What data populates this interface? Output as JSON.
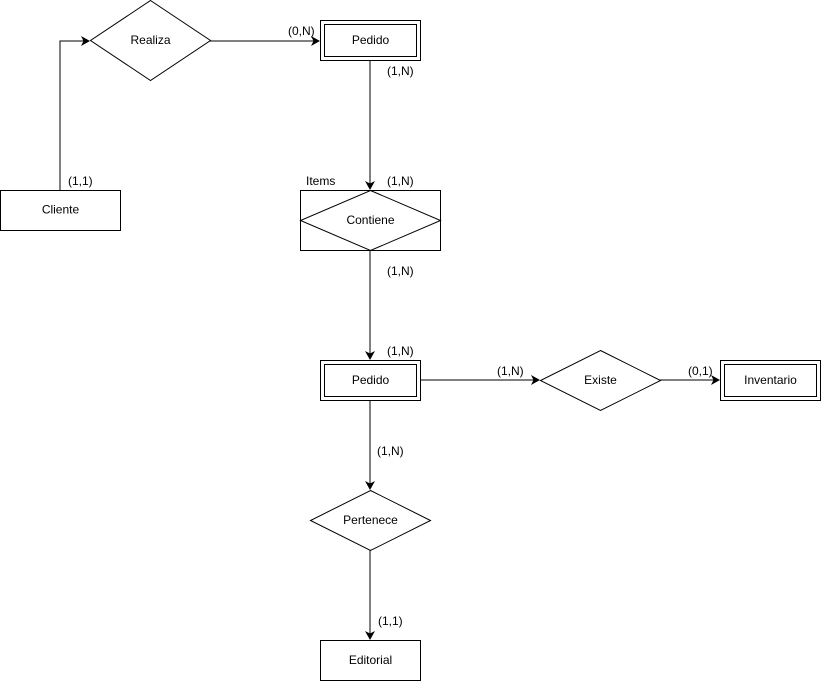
{
  "colors": {
    "stroke": "#000000",
    "fill": "#ffffff",
    "text": "#000000"
  },
  "entities": {
    "cliente": "Cliente",
    "pedido_top": "Pedido",
    "pedido_mid": "Pedido",
    "inventario": "Inventario",
    "editorial": "Editorial"
  },
  "relationships": {
    "realiza": "Realiza",
    "contiene": "Contiene",
    "existe": "Existe",
    "pertenece": "Pertenece"
  },
  "associative": {
    "items_label": "Items"
  },
  "cardinalities": {
    "cliente_realiza": "(1,1)",
    "realiza_pedido": "(0,N)",
    "pedido_top_out": "(1,N)",
    "contiene_in": "(1,N)",
    "contiene_out": "(1,N)",
    "pedido_mid_in": "(1,N)",
    "pedido_existe": "(1,N)",
    "existe_inventario": "(0,1)",
    "pedido_pertenece": "(1,N)",
    "pertenece_editorial": "(1,1)"
  }
}
